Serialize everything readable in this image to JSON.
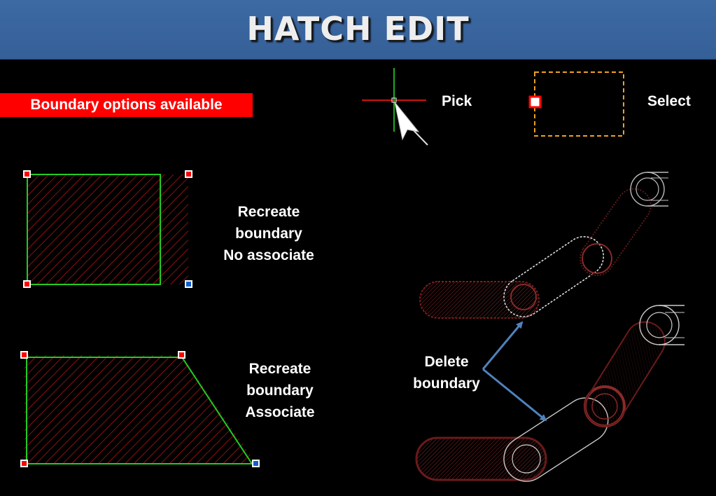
{
  "header": {
    "title": "HATCH EDIT"
  },
  "badge": {
    "text": "Boundary options available"
  },
  "pick": {
    "label": "Pick"
  },
  "select": {
    "label": "Select"
  },
  "recreate_no_assoc": {
    "line1": "Recreate",
    "line2": "boundary",
    "line3": "No associate"
  },
  "recreate_assoc": {
    "line1": "Recreate",
    "line2": "boundary",
    "line3": "Associate"
  },
  "delete_boundary": {
    "line1": "Delete",
    "line2": "boundary"
  },
  "colors": {
    "header": "#3d6aa3",
    "badge": "#ff0000",
    "boundary": "#22cc22",
    "hatch": "#c01818",
    "crosshair_h": "#cc1111",
    "crosshair_v": "#22aa22",
    "select_box": "#f0a020",
    "arrow": "#4f81bd",
    "grip": "#ff0000",
    "grip_end": "#1060d0"
  },
  "icons": [
    "crosshair-cursor-icon",
    "selection-box-icon",
    "grip-icon",
    "arrow-icon"
  ]
}
